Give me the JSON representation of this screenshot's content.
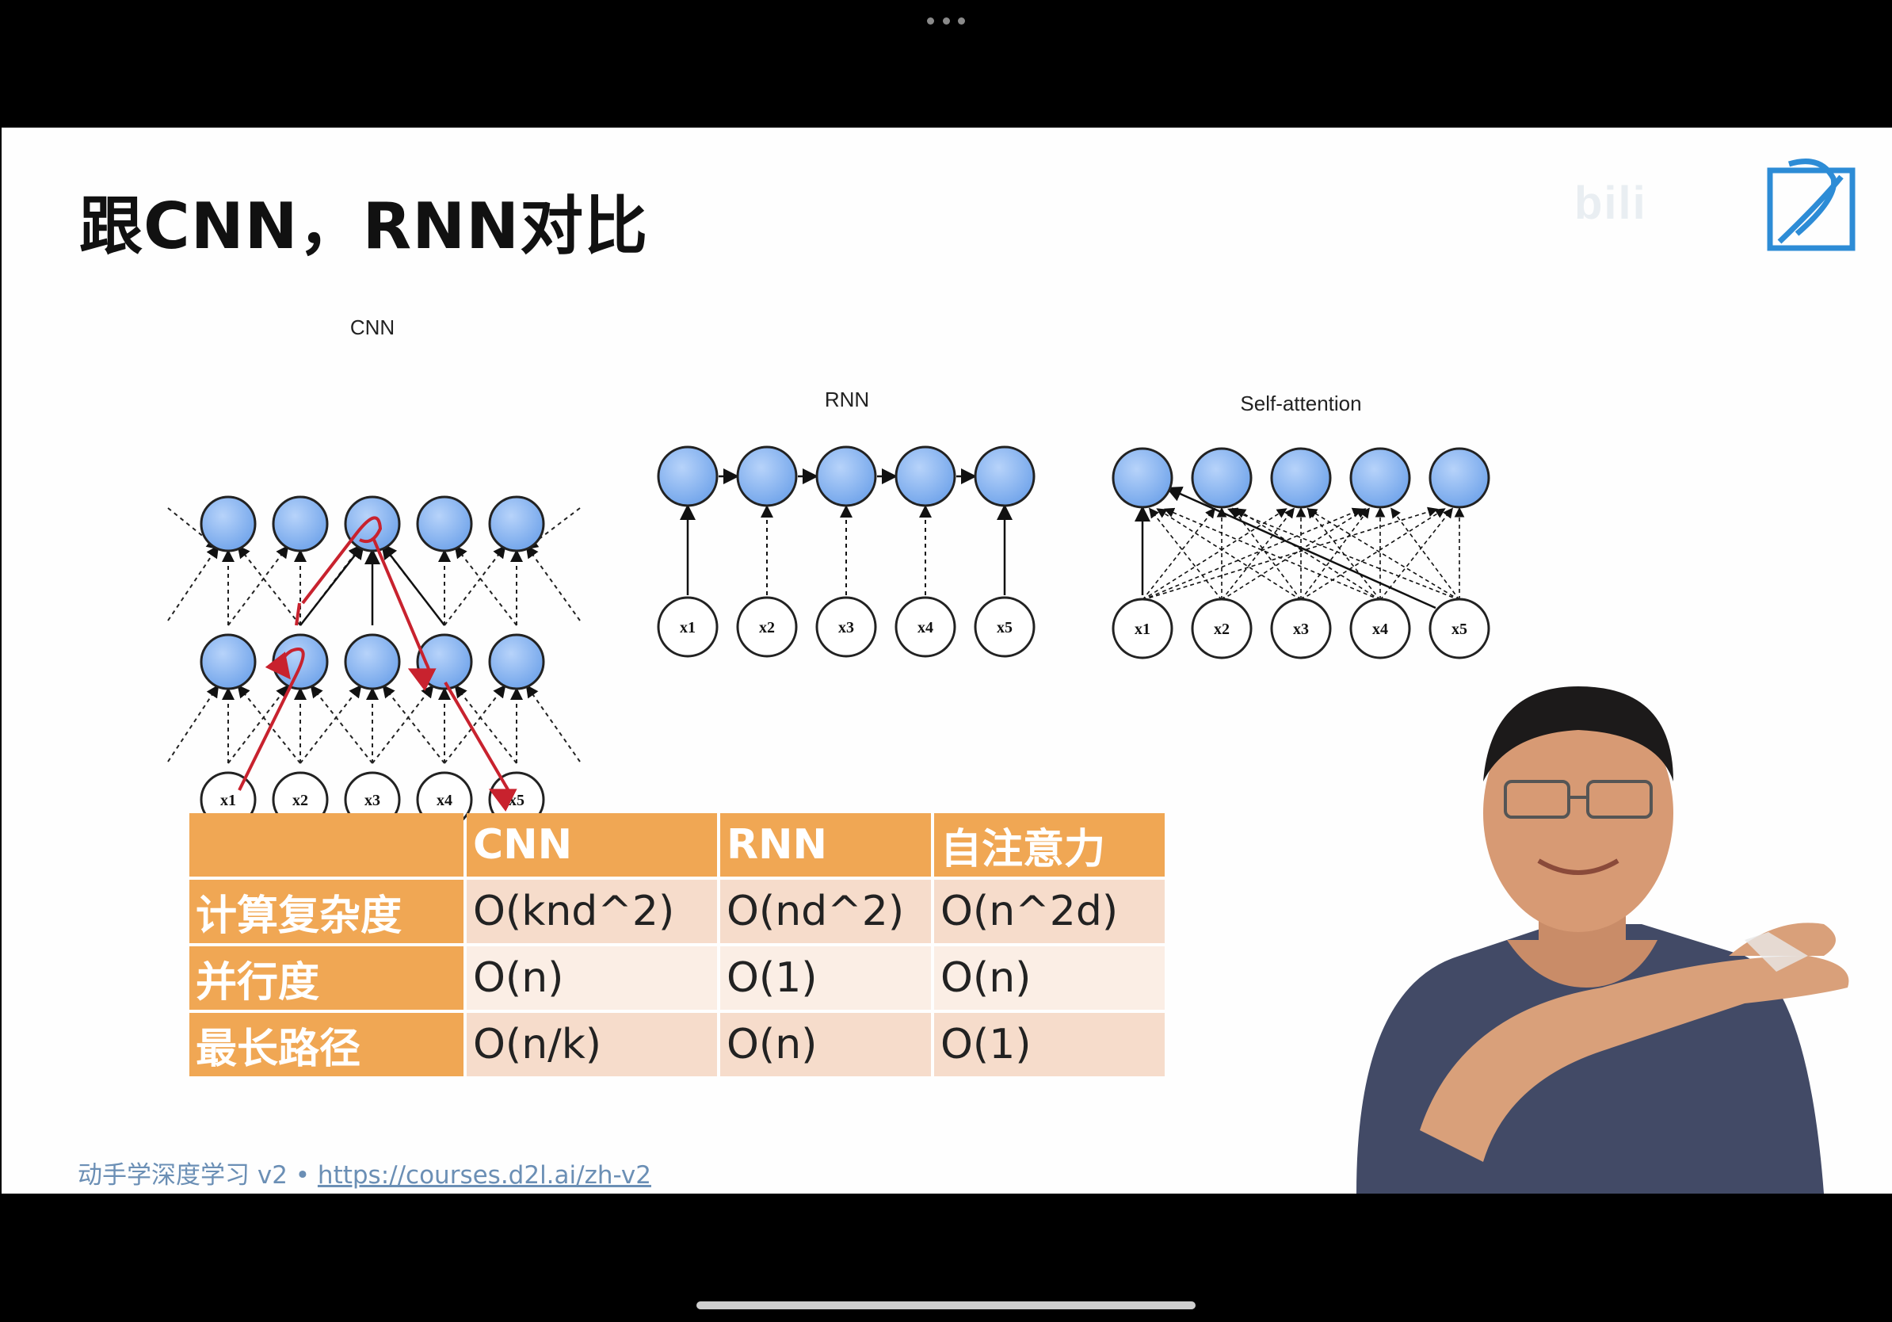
{
  "slide": {
    "title": "跟CNN，RNN对比",
    "watermark": "bili",
    "diagram_labels": {
      "cnn": "CNN",
      "rnn": "RNN",
      "self_attention": "Self-attention"
    },
    "x_labels": [
      "x1",
      "x2",
      "x3",
      "x4",
      "x5"
    ],
    "table": {
      "headers": [
        "",
        "CNN",
        "RNN",
        "自注意力"
      ],
      "rows": [
        {
          "label": "计算复杂度",
          "cnn": "O(knd^2)",
          "rnn": "O(nd^2)",
          "attention": "O(n^2d)"
        },
        {
          "label": "并行度",
          "cnn": "O(n)",
          "rnn": "O(1)",
          "attention": "O(n)"
        },
        {
          "label": "最长路径",
          "cnn": "O(n/k)",
          "rnn": "O(n)",
          "attention": "O(1)"
        }
      ]
    },
    "footer": {
      "text": "动手学深度学习 v2 • ",
      "link": "https://courses.d2l.ai/zh-v2"
    }
  },
  "colors": {
    "node_fill": "#8fb9f1",
    "table_header": "#f0a754",
    "annotation": "#c8222e",
    "footer": "#6b8fb5"
  }
}
